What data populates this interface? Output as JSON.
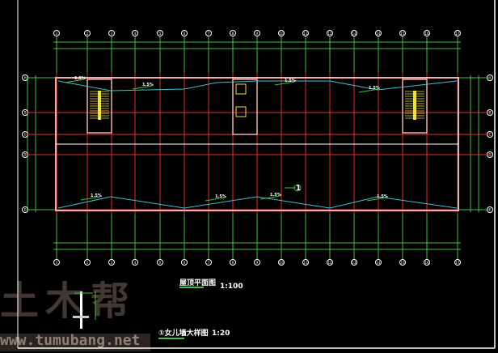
{
  "drawing": {
    "title": "屋顶平面图",
    "title_scale": "1:100",
    "detail_title": "①女儿墙大样图",
    "detail_scale": "1:20",
    "column_axes": [
      "1",
      "2",
      "3",
      "4",
      "5",
      "6",
      "7",
      "8",
      "9",
      "10",
      "11",
      "12",
      "13",
      "14",
      "15",
      "16",
      "17"
    ],
    "row_axes": [
      "A",
      "B",
      "C",
      "D",
      "E"
    ],
    "slope_labels": [
      "1.5%",
      "1.5%",
      "1.5%",
      "1.5%",
      "1.5%",
      "1.5%",
      "1.5%",
      "1.5%"
    ],
    "detail_callout": "1"
  },
  "watermark": {
    "brand": "土木帮",
    "url": "www.tumubang.net"
  },
  "colors": {
    "grid": "#e03030",
    "dim": "#40c040",
    "wall": "#f0b0b0",
    "slope": "#40c0d0",
    "stair": "#f0e040"
  }
}
